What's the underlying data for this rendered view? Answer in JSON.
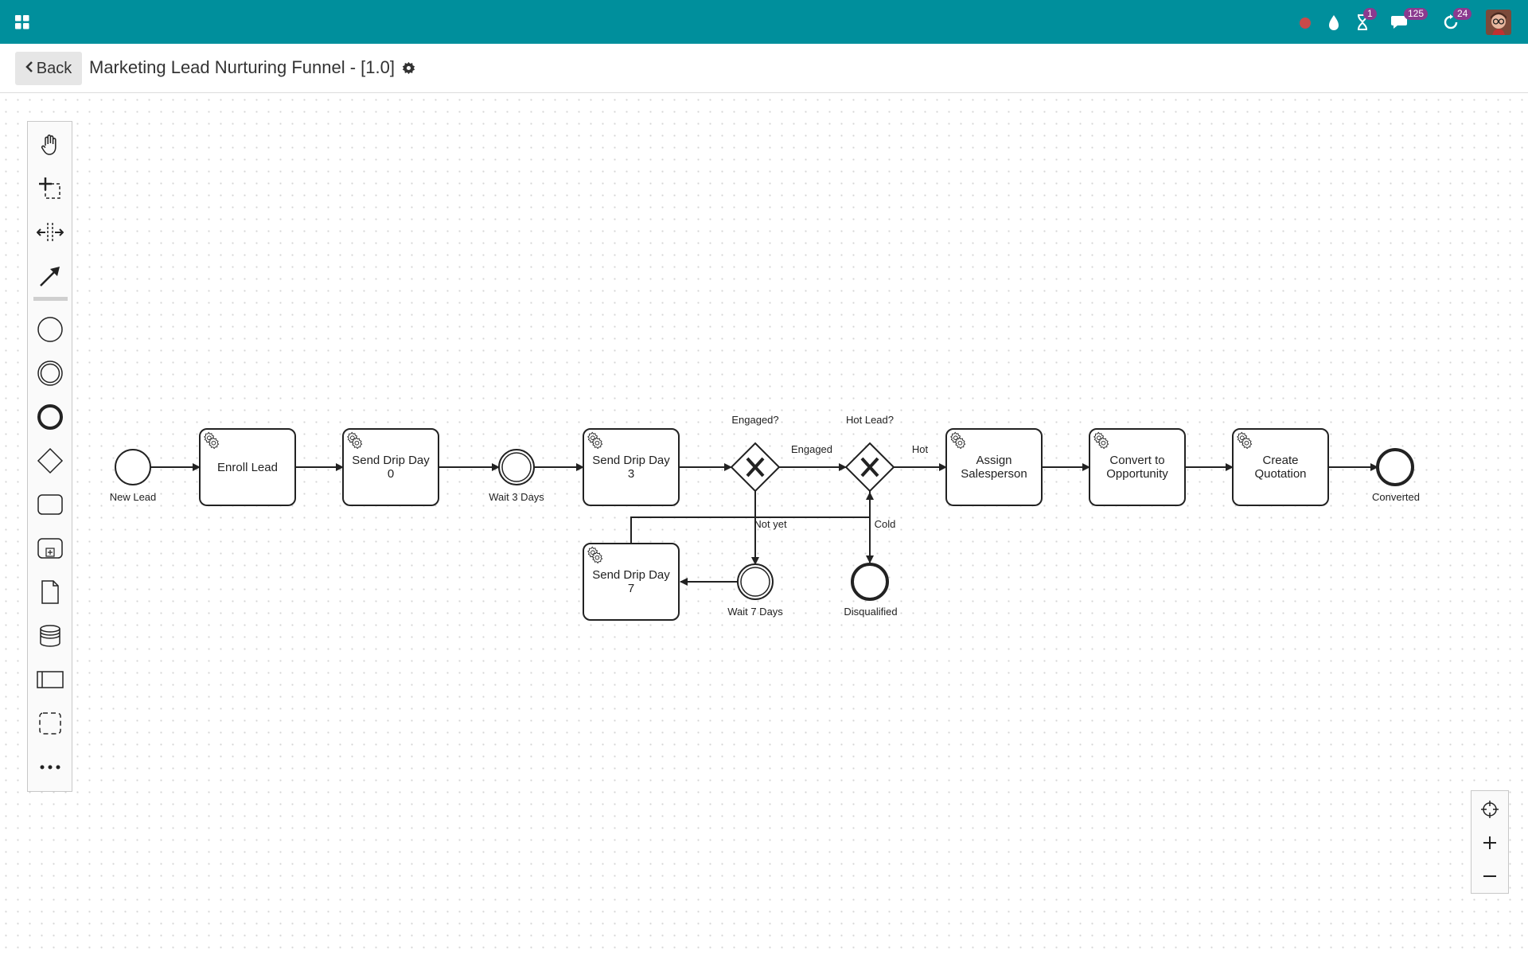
{
  "topbar": {
    "badges": {
      "activities": "1",
      "messages": "125",
      "updates": "24"
    },
    "accent": "#008f9c",
    "badge_color": "#8b3a8f"
  },
  "header": {
    "back_label": "Back",
    "title": "Marketing Lead Nurturing Funnel - [1.0]"
  },
  "palette": {
    "tools": [
      "hand-tool",
      "lasso-tool",
      "space-tool",
      "connect-tool"
    ],
    "shapes": [
      "start-event",
      "intermediate-event",
      "end-event",
      "gateway",
      "task",
      "subprocess",
      "data-object",
      "data-store",
      "pool",
      "group",
      "more"
    ]
  },
  "diagram": {
    "events": {
      "start": "New Lead",
      "wait3": "Wait 3 Days",
      "wait7": "Wait 7 Days",
      "disqualified": "Disqualified",
      "converted": "Converted"
    },
    "tasks": {
      "enroll": [
        "Enroll Lead"
      ],
      "drip0": [
        "Send Drip Day",
        "0"
      ],
      "drip3": [
        "Send Drip Day",
        "3"
      ],
      "drip7": [
        "Send Drip Day",
        "7"
      ],
      "assign": [
        "Assign",
        "Salesperson"
      ],
      "convert": [
        "Convert to",
        "Opportunity"
      ],
      "quote": [
        "Create",
        "Quotation"
      ]
    },
    "gateways": {
      "engaged": "Engaged?",
      "hot": "Hot Lead?"
    },
    "flows": {
      "engaged": "Engaged",
      "not_yet": "Not yet",
      "hot": "Hot",
      "cold": "Cold"
    }
  }
}
